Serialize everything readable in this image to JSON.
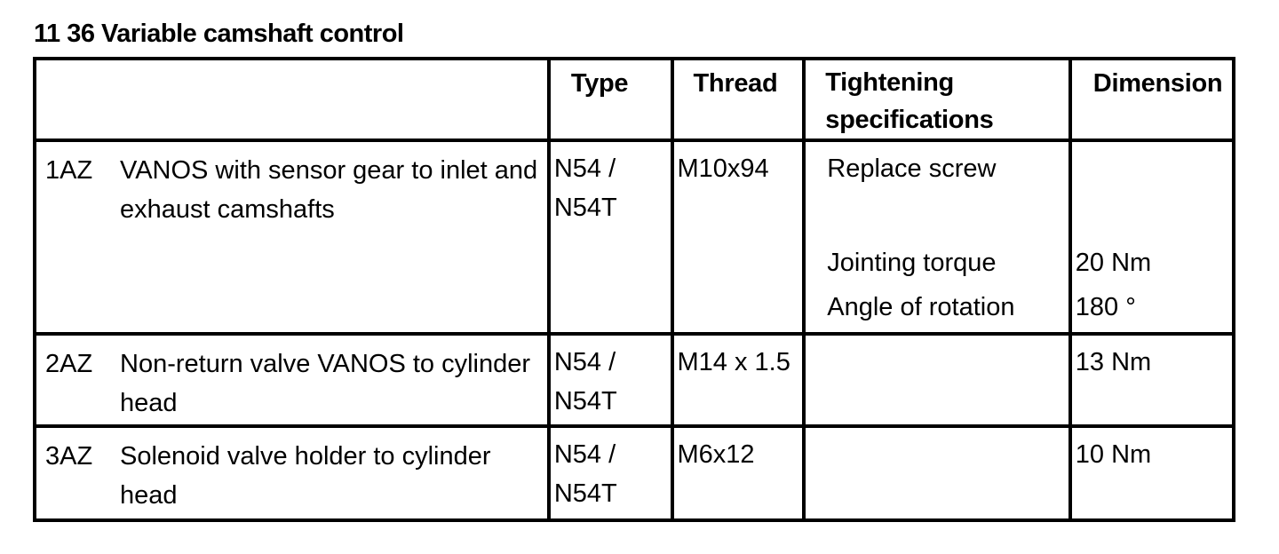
{
  "document": {
    "title": "11 36 Variable camshaft control"
  },
  "table": {
    "headers": {
      "description": "",
      "type": "Type",
      "thread": "Thread",
      "tightening": "Tightening specifications",
      "dimension": "Dimension"
    },
    "rows": [
      {
        "code": "1AZ",
        "description": "VANOS with sensor gear to inlet and exhaust camshafts",
        "type": "N54 / N54T",
        "thread": "M10x94",
        "tightening": [
          "Replace screw",
          "Jointing torque",
          "Angle of rotation"
        ],
        "dimension": [
          "20 Nm",
          "180 °"
        ]
      },
      {
        "code": "2AZ",
        "description": "Non-return valve VANOS to cylinder head",
        "type": "N54 / N54T",
        "thread": "M14 x 1.5",
        "tightening": [],
        "dimension": [
          "13 Nm"
        ]
      },
      {
        "code": "3AZ",
        "description": "Solenoid valve holder to cylinder head",
        "type": "N54 / N54T",
        "thread": "M6x12",
        "tightening": [],
        "dimension": [
          "10 Nm"
        ]
      }
    ]
  }
}
